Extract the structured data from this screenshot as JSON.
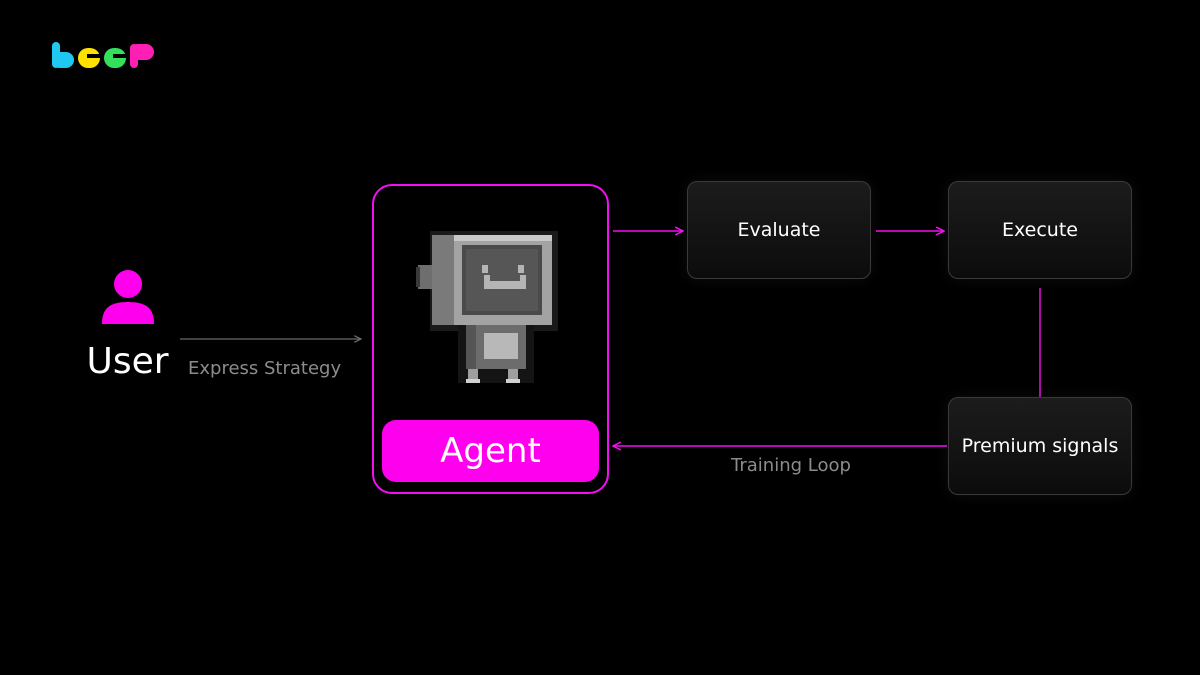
{
  "brand": {
    "logo_text": "beep",
    "colors": [
      "#1fc8f0",
      "#ffe100",
      "#34e05a",
      "#ff1fb4"
    ]
  },
  "colors": {
    "background": "#000000",
    "accent": "#ff00ee",
    "connector_gray": "#6a6a6a",
    "muted_text": "#8c8c8c",
    "robot_gray": "#9a9a9a"
  },
  "user": {
    "icon": "user-icon",
    "label": "User"
  },
  "edges": {
    "express": "Express Strategy",
    "loop": "Training Loop"
  },
  "agent": {
    "icon": "robot-icon",
    "label": "Agent"
  },
  "steps": {
    "evaluate": "Evaluate",
    "execute": "Execute",
    "signals": "Premium signals"
  }
}
